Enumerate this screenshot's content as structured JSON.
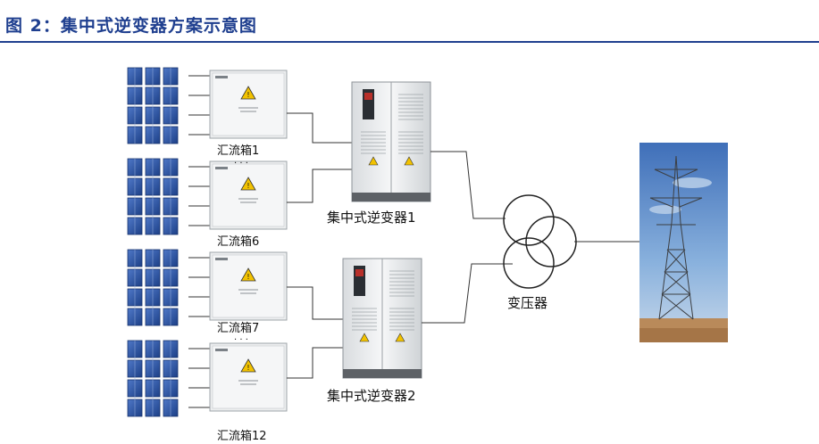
{
  "figure_title": "图 2：集中式逆变器方案示意图",
  "combiner_labels": [
    "汇流箱1",
    "汇流箱6",
    "汇流箱7",
    "汇流箱12"
  ],
  "ellipsis": "· · ·",
  "inverter_labels": [
    "集中式逆变器1",
    "集中式逆变器2"
  ],
  "transformer_label": "变压器",
  "icons": [
    "solar-panel-icon",
    "combiner-box-icon",
    "inverter-cabinet-icon",
    "transformer-symbol",
    "transmission-tower-icon"
  ]
}
